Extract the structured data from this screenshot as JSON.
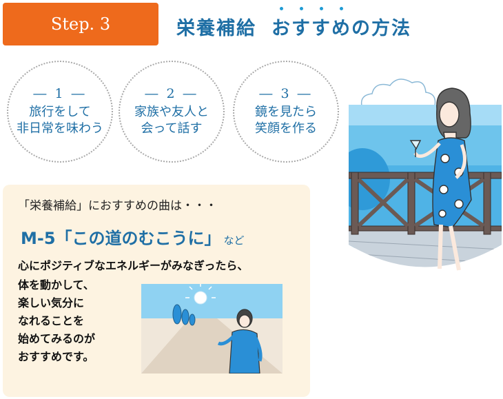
{
  "header": {
    "step_label": "Step. 3",
    "title_main": "栄養補給",
    "title_sub": [
      "お",
      "す",
      "す",
      "め",
      "の",
      "方",
      "法"
    ]
  },
  "methods": [
    {
      "number": "― 1 ―",
      "lines": [
        "旅行をして",
        "非日常を味わう"
      ]
    },
    {
      "number": "― 2 ―",
      "lines": [
        "家族や友人と",
        "会って話す"
      ]
    },
    {
      "number": "― 3 ―",
      "lines": [
        "鏡を見たら",
        "笑顔を作る"
      ]
    }
  ],
  "recommendation": {
    "intro": "「栄養補給」におすすめの曲は・・・",
    "song": "M-5「この道のむこうに」",
    "song_suffix": "など",
    "body_lines": [
      "心にポジティブなエネルギーがみなぎったら、",
      "体を動かして、",
      "楽しい気分に",
      "なれることを",
      "始めてみるのが",
      "おすすめです。"
    ]
  },
  "colors": {
    "accent_orange": "#ee6a1c",
    "title_blue": "#1f6fa5",
    "panel_cream": "#fdf3e1"
  }
}
